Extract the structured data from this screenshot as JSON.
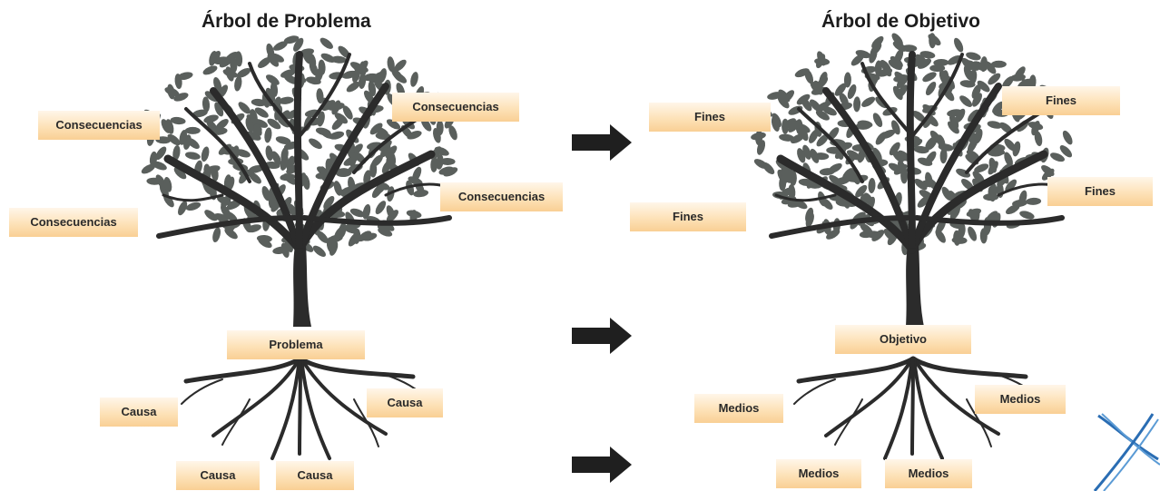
{
  "problem_tree": {
    "title": "Árbol de Problema",
    "consequences": [
      "Consecuencias",
      "Consecuencias",
      "Consecuencias",
      "Consecuencias"
    ],
    "problem": "Problema",
    "causes": [
      "Causa",
      "Causa",
      "Causa",
      "Causa"
    ]
  },
  "objective_tree": {
    "title": "Árbol de Objetivo",
    "ends": [
      "Fines",
      "Fines",
      "Fines",
      "Fines"
    ],
    "objective": "Objetivo",
    "means": [
      "Medios",
      "Medios",
      "Medios",
      "Medios"
    ]
  },
  "colors": {
    "trunk": "#2b2b2b",
    "leaf": "#5a5f5c",
    "label_fill": "#fcd9a6",
    "arrow": "#1f1f1f",
    "accent_mark": "#2a6db3"
  }
}
